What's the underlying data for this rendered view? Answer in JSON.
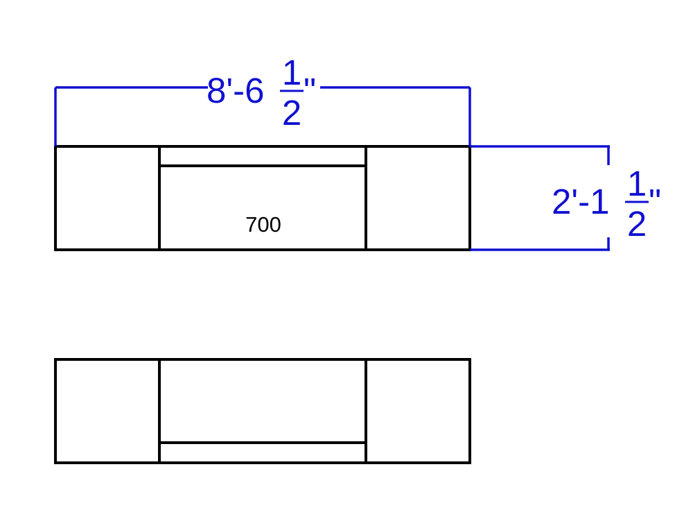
{
  "dimensions": {
    "overall_width": {
      "feet": "8'",
      "sep": "-",
      "whole": "6",
      "num": "1",
      "den": "2",
      "mark": "\""
    },
    "depth": {
      "feet": "2'",
      "sep": "-",
      "whole": "1",
      "num": "1",
      "den": "2",
      "mark": "\""
    }
  },
  "plan_top": {
    "label": "700"
  },
  "colors": {
    "dimension": "#1010d0",
    "object": "#000000",
    "background": "#ffffff"
  }
}
